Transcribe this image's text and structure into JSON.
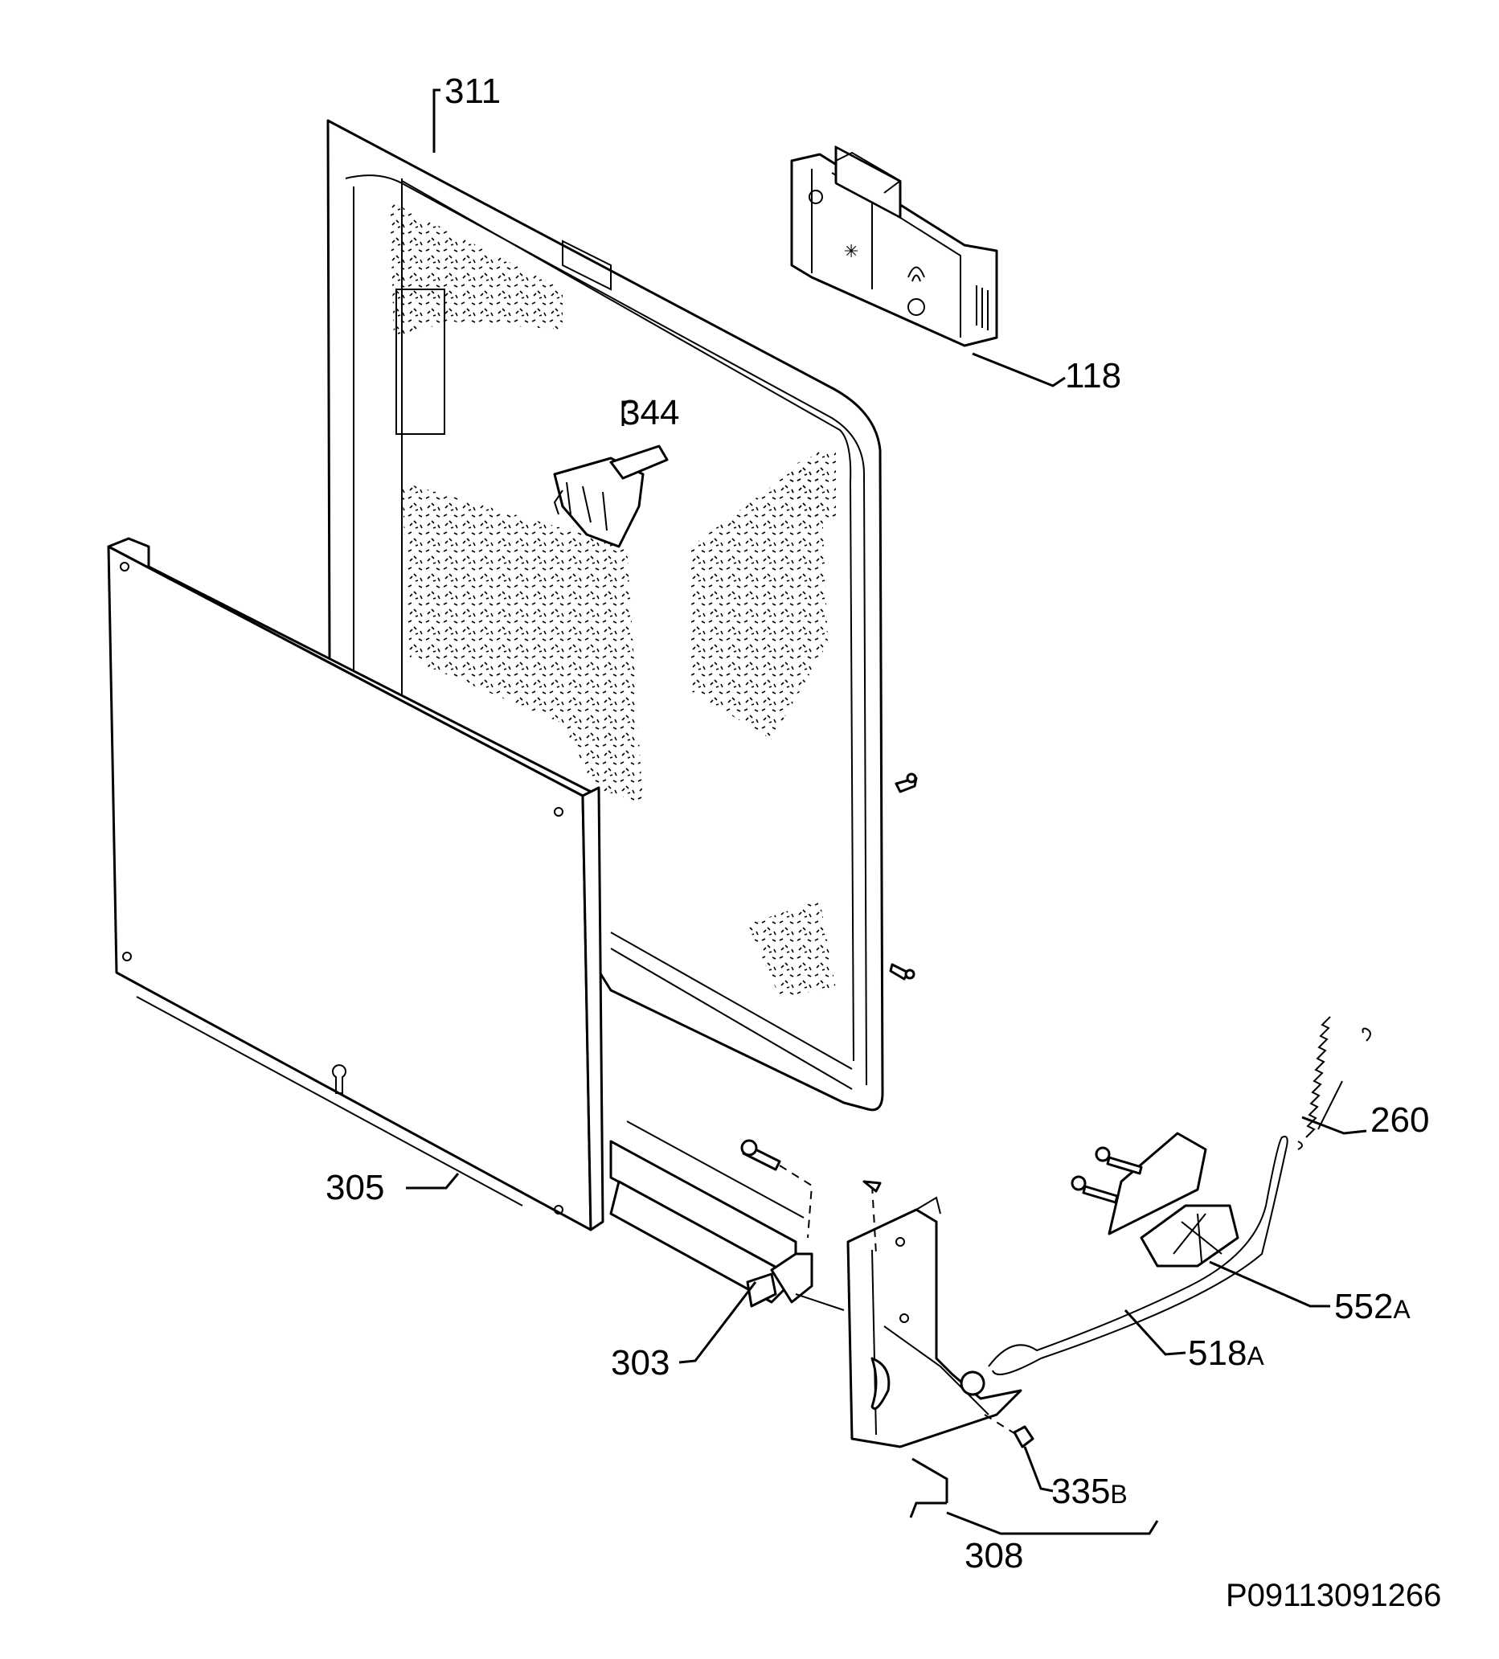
{
  "drawing_id": "P09113091266",
  "labels": {
    "p311": "311",
    "p118": "118",
    "p344": "344",
    "p305": "305",
    "p303": "303",
    "p260": "260",
    "p552": "552",
    "p552_suffix": "A",
    "p518": "518",
    "p518_suffix": "A",
    "p335": "335",
    "p335_suffix": "B",
    "p308": "308"
  }
}
